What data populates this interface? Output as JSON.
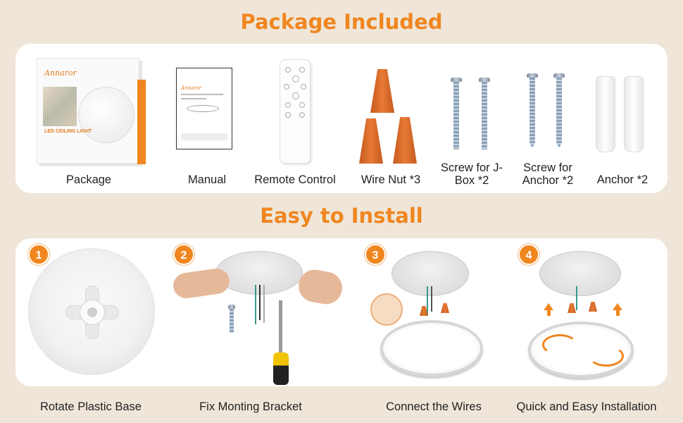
{
  "titles": {
    "package": "Package Included",
    "install": "Easy to Install"
  },
  "package_items": [
    {
      "label": "Package"
    },
    {
      "label": "Manual"
    },
    {
      "label": "Remote Control"
    },
    {
      "label": "Wire Nut *3"
    },
    {
      "label": "Screw for J-Box *2"
    },
    {
      "label": "Screw for Anchor *2"
    },
    {
      "label": "Anchor *2"
    }
  ],
  "package_art": {
    "brand": "Annaror",
    "box_text": "LED CEILING LIGHT",
    "manual_brand": "Annaror"
  },
  "steps": [
    {
      "num": "1",
      "label": "Rotate Plastic Base"
    },
    {
      "num": "2",
      "label": "Fix Monting Bracket"
    },
    {
      "num": "3",
      "label": "Connect the Wires"
    },
    {
      "num": "4",
      "label": "Quick and Easy Installation"
    }
  ],
  "colors": {
    "accent": "#f0861f",
    "background": "#efe6d9",
    "panel": "#ffffff",
    "wire_nut": "#e77a36"
  }
}
